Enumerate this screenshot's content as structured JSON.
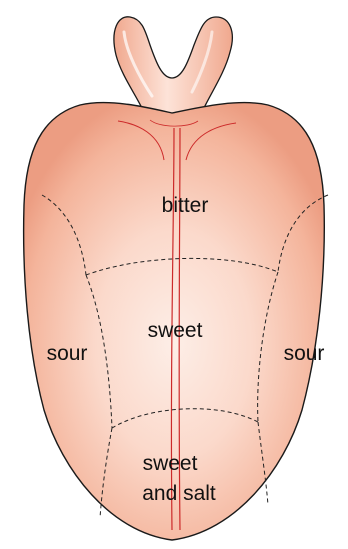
{
  "diagram": {
    "regions": {
      "back": "bitter",
      "center": "sweet",
      "left_side": "sour",
      "right_side": "sour",
      "tip_line1": "sweet",
      "tip_line2": "and salt"
    },
    "colors": {
      "tongue_fill": "#f6b9a3",
      "tongue_highlight": "#fde8e0",
      "tongue_edge": "#e89478",
      "outline": "#1a1a1a",
      "midline": "#cc2a2a",
      "zone_divider": "#222222"
    }
  }
}
